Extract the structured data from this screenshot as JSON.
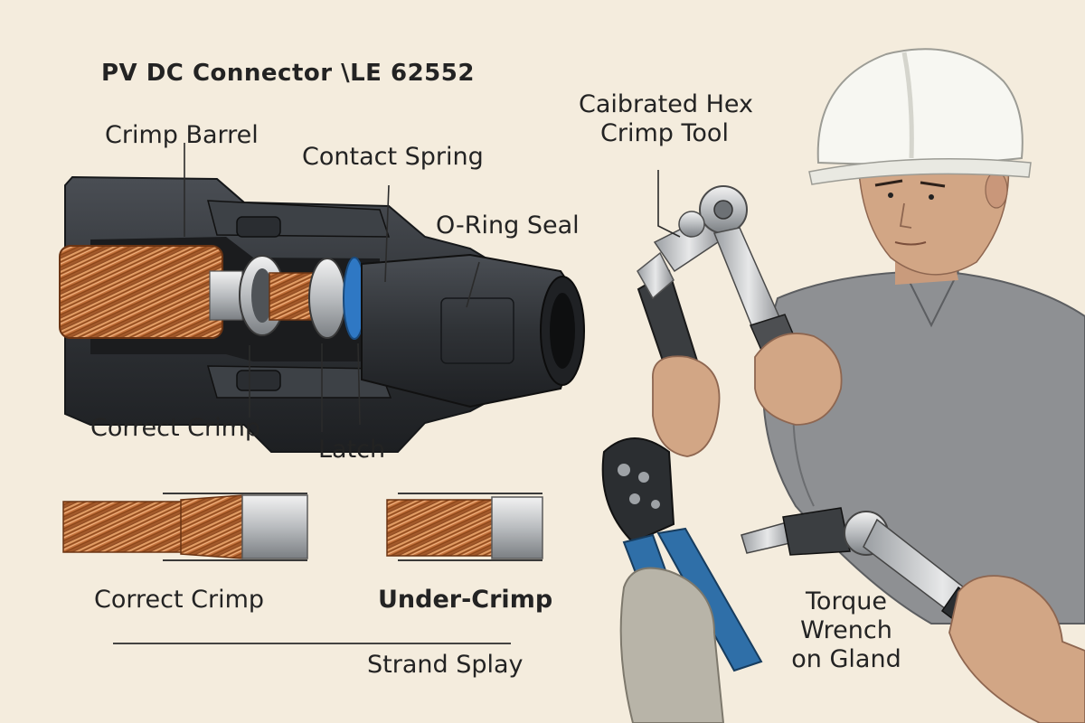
{
  "title": "PV DC Connector \\LE 62552",
  "labels": {
    "crimp_barrel": "Crimp Barrel",
    "contact_spring": "Contact Spring",
    "oring_seal": "O-Ring Seal",
    "correct_crimp_top": "Correct Crimp",
    "latch": "Latch",
    "correct_crimp_bottom": "Correct Crimp",
    "under_crimp": "Under-Crimp",
    "strand_splay": "Strand Splay",
    "hex_tool_line1": "Caibrated Hex",
    "hex_tool_line2": "Crimp Tool",
    "torque_line1": "Torque",
    "torque_line2": "Wrench",
    "torque_line3": "on Gland"
  },
  "colors": {
    "background": "#f4ecdd",
    "connector_body": "#2f3236",
    "copper": "#c8743d",
    "seal_blue": "#2f78c4",
    "helmet": "#f7f7f2",
    "shirt": "#8e9093",
    "tool_handle_blue": "#2f6fa8"
  },
  "icons": {
    "connector": "connector-cutaway-icon",
    "worker": "technician-illustration",
    "crimper": "crimper-tool-icon",
    "torque_wrench": "torque-wrench-icon"
  }
}
